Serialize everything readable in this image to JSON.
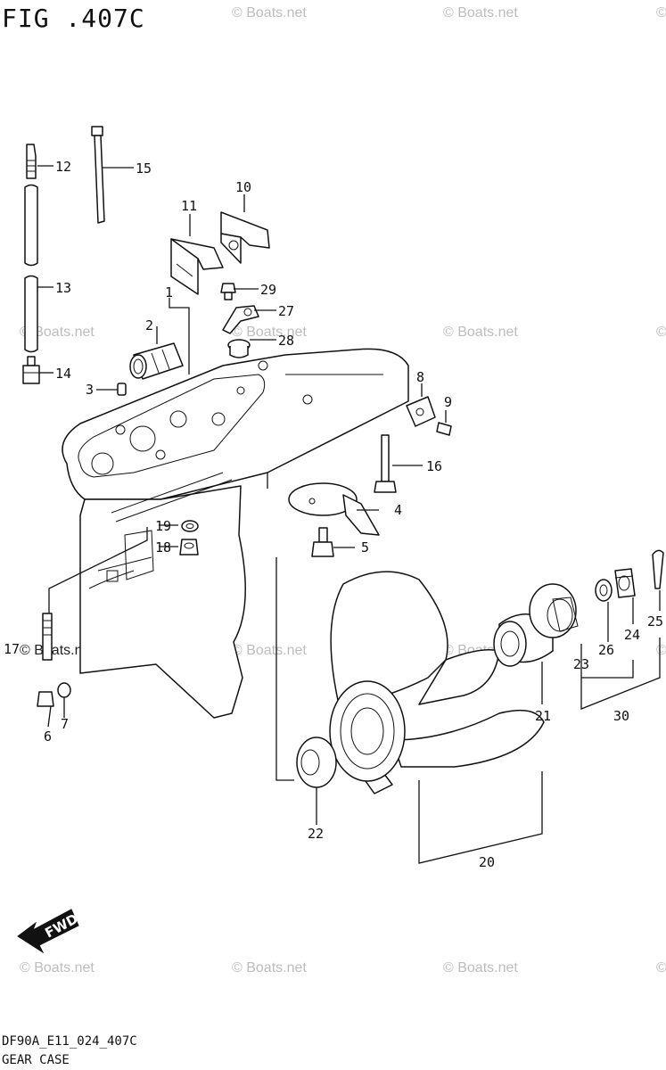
{
  "figure": {
    "title": "FIG .407C",
    "model_code": "DF90A_E11_024_407C",
    "caption": "GEAR CASE"
  },
  "watermark": {
    "text": "© Boats.net",
    "text_truncated": "©"
  },
  "direction_marker": {
    "label": "FWD"
  },
  "callouts": [
    "1",
    "2",
    "3",
    "4",
    "5",
    "6",
    "7",
    "8",
    "9",
    "10",
    "11",
    "12",
    "13",
    "14",
    "15",
    "16",
    "17",
    "18",
    "19",
    "20",
    "21",
    "22",
    "23",
    "24",
    "25",
    "26",
    "27",
    "28",
    "29",
    "30"
  ]
}
